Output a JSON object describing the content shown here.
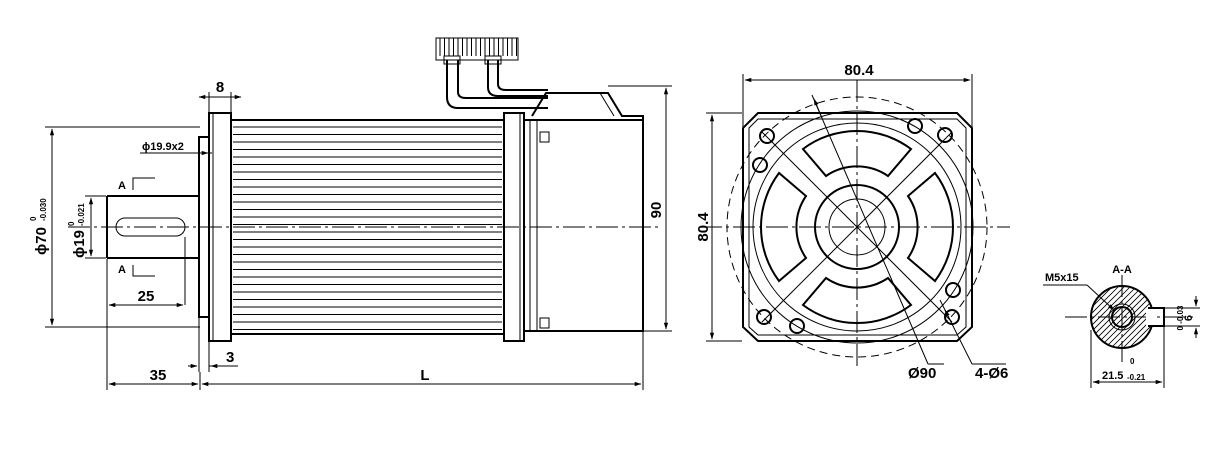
{
  "side_view": {
    "flange_thickness": "8",
    "shaft_length": "35",
    "key_length": "25",
    "motor_length": "L",
    "flange_step": "3",
    "key_dim": "ϕ19.9x2",
    "height": "90",
    "pilot_diameter": "ϕ70",
    "pilot_tolerance_upper": "0",
    "pilot_tolerance_lower": "-0.030",
    "shaft_diameter": "ϕ19",
    "shaft_tolerance_upper": "0",
    "shaft_tolerance_lower": "-0.021",
    "section_marker": "A"
  },
  "front_view": {
    "width": "80.4",
    "height": "80.4",
    "bolt_circle": "Ø90",
    "mounting_holes": "4-Ø6"
  },
  "section_view": {
    "title": "A-A",
    "thread": "M5x15",
    "key_width": "6",
    "key_tolerance": "0 -0.03",
    "key_depth": "21.5",
    "key_depth_tolerance_upper": "0",
    "key_depth_tolerance_lower": "-0.21"
  }
}
